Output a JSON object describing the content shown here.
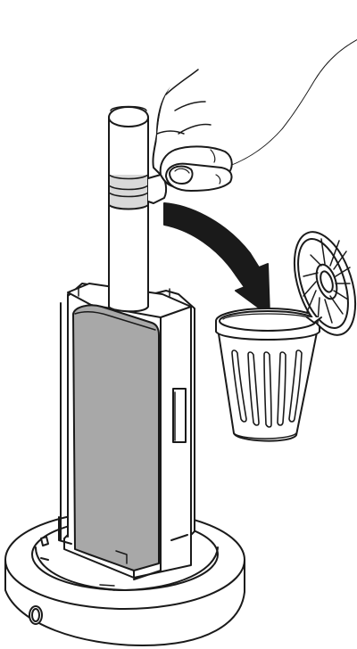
{
  "illustration": {
    "colors": {
      "line": "#1a1a1a",
      "background": "#ffffff",
      "cartridge_fill": "#a8a8a8",
      "band_fill": "#d9d9d9",
      "shadow_fill": "#3a3a3a"
    },
    "parts": [
      "hand",
      "peel-off-tab",
      "removal-arrow",
      "cylinder-rod",
      "label-band",
      "cartridge-holder",
      "gray-cartridge",
      "round-base",
      "waste-bin",
      "bin-lid"
    ]
  }
}
